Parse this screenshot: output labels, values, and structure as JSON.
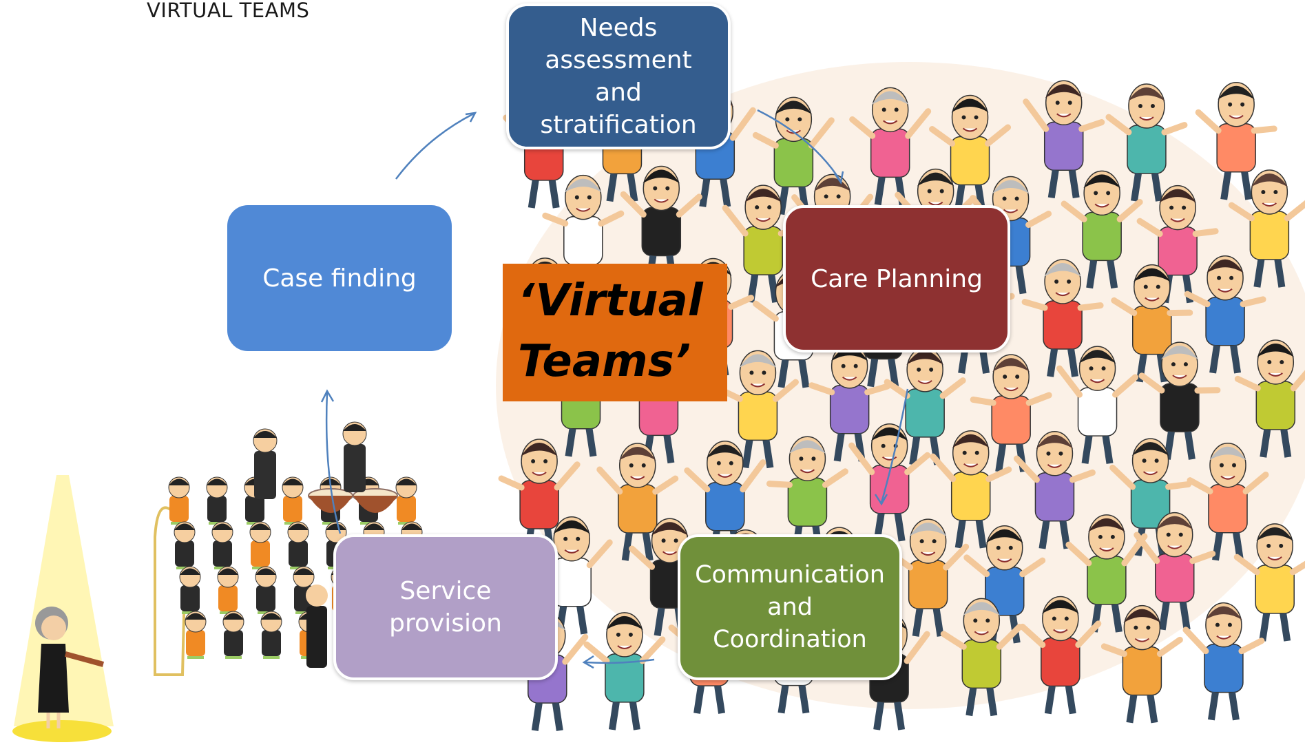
{
  "title": "VIRTUAL TEAMS",
  "cycle": {
    "needs": "Needs\nassessment and\nstratification",
    "case_finding": "Case finding",
    "care_planning": "Care Planning",
    "communication": "Communication\nand\nCoordination",
    "service": "Service\nprovision"
  },
  "center_label": "‘Virtual\nTeams’",
  "colors": {
    "needs": "#345d8e",
    "case_finding": "#5089d6",
    "care_planning": "#8e3131",
    "communication": "#70903a",
    "service": "#b19fc7",
    "center": "#e0690f",
    "arrow": "#4f81bd"
  },
  "icons": [
    "crowd-illustration",
    "orchestra-illustration",
    "violinist-spotlight-illustration"
  ]
}
